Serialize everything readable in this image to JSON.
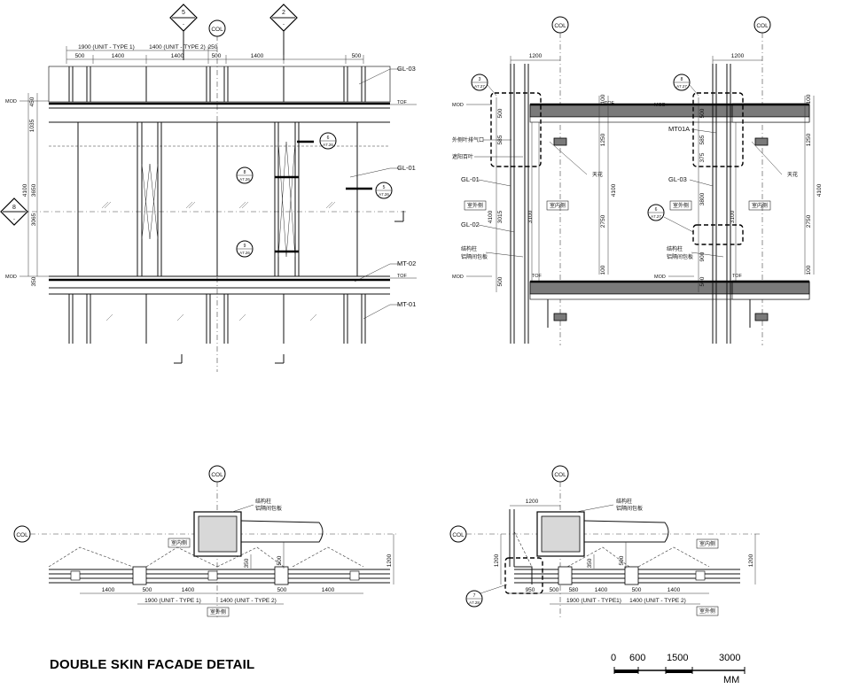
{
  "title": "DOUBLE SKIN FACADE DETAIL",
  "scale_bar": {
    "ticks": [
      "0",
      "600",
      "1500",
      "3000"
    ],
    "unit": "MM"
  },
  "col": "COL",
  "elevation": {
    "callout_top_left": {
      "num": "5",
      "sheet": "-"
    },
    "callout_top_right": {
      "num": "2",
      "sheet": "-"
    },
    "callout_left": {
      "num": "8",
      "sheet": "-"
    },
    "dims_top": [
      "1900 (UNIT - TYPE 1)",
      "1400 (UNIT - TYPE 2)",
      "250"
    ],
    "dims_sub": [
      "500",
      "1400",
      "1400",
      "500",
      "1400",
      "500"
    ],
    "dims_left": [
      "450",
      "1035",
      "4100",
      "3650",
      "3065",
      "350"
    ],
    "mod": "MOD",
    "tof": "TOF",
    "labels": [
      "GL-03",
      "GL-01",
      "MT-02",
      "MT-01"
    ],
    "callouts": [
      {
        "num": "6",
        "sheet": "A7.26"
      },
      {
        "num": "8",
        "sheet": "A7.26"
      },
      {
        "num": "9",
        "sheet": "A7.26"
      },
      {
        "num": "5",
        "sheet": "A7.26"
      }
    ]
  },
  "section_a": {
    "callout_top": {
      "num": "3",
      "sheet": "A7.27"
    },
    "top_dim": "1200",
    "left_dims": [
      "500",
      "585",
      "4100",
      "3015",
      "3100",
      "500"
    ],
    "right_dims": [
      "100",
      "1250",
      "4100",
      "2750",
      "100"
    ],
    "cn_labels": [
      "外侧叶排气口",
      "遮阳百叶",
      "天花",
      "室外侧",
      "室内侧",
      "结构柱",
      "铝隔间包板"
    ],
    "labels": [
      "GL-01",
      "GL-02"
    ],
    "mod": "MOD",
    "tof": "TOF"
  },
  "section_b": {
    "callout_top": {
      "num": "8",
      "sheet": "A7.27"
    },
    "callout_mid": {
      "num": "6",
      "sheet": "A7.27"
    },
    "top_dim": "1200",
    "left_dims": [
      "500",
      "585",
      "375",
      "3800",
      "3100",
      "900",
      "500"
    ],
    "right_dims": [
      "100",
      "1250",
      "4100",
      "2750",
      "100"
    ],
    "cn_labels": [
      "天花",
      "室外侧",
      "室内侧",
      "结构柱",
      "铝隔间包板"
    ],
    "labels": [
      "MT01A",
      "GL-03"
    ],
    "mod": "MOD",
    "tof": "TOF"
  },
  "plan_a": {
    "cn_labels": [
      "结构柱",
      "铝隔间包板",
      "室内侧",
      "室外侧"
    ],
    "dims": [
      "1400",
      "500",
      "1400",
      "500",
      "1400"
    ],
    "dims_unit": [
      "1900 (UNIT - TYPE 1)",
      "1400 (UNIT - TYPE 2)"
    ],
    "dims_col": [
      "350",
      "500",
      "1200"
    ]
  },
  "plan_b": {
    "cn_labels": [
      "结构柱",
      "铝隔间包板",
      "室内侧",
      "室外侧"
    ],
    "top_dim": "1200",
    "dims": [
      "950",
      "500",
      "580",
      "1400",
      "500",
      "1400"
    ],
    "dims_unit": [
      "1900 (UNIT - TYPE1)",
      "1400 (UNIT - TYPE 2)"
    ],
    "dims_col": [
      "350",
      "500",
      "1200",
      "1200"
    ],
    "callout": {
      "num": "7",
      "sheet": "A7.28"
    }
  }
}
